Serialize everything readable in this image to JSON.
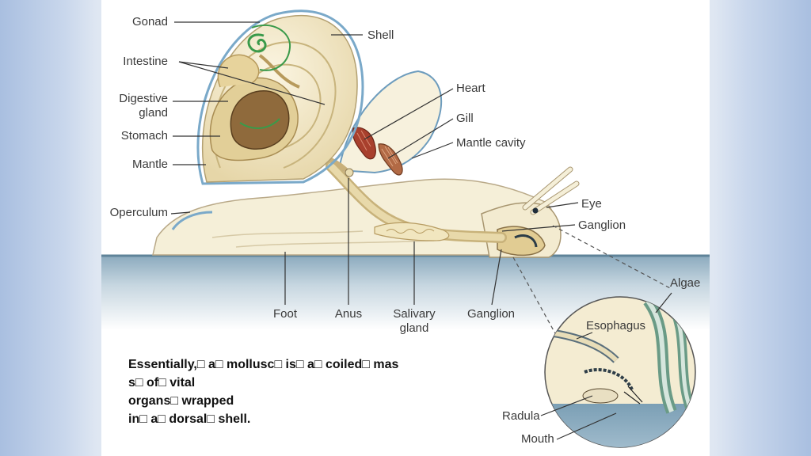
{
  "labels": {
    "gonad": "Gonad",
    "intestine": "Intestine",
    "digestive_gland": [
      "Digestive",
      "gland"
    ],
    "stomach": "Stomach",
    "mantle": "Mantle",
    "operculum": "Operculum",
    "shell": "Shell",
    "heart": "Heart",
    "gill": "Gill",
    "mantle_cavity": "Mantle cavity",
    "eye": "Eye",
    "ganglion_right": "Ganglion",
    "foot": "Foot",
    "anus": "Anus",
    "salivary_gland": [
      "Salivary",
      "gland"
    ],
    "ganglion_bottom": "Ganglion",
    "algae": "Algae",
    "esophagus": "Esophagus",
    "radula": "Radula",
    "mouth": "Mouth"
  },
  "caption": {
    "line1": "Essentially,□ a□ mollusc□ is□ a□ coiled□ mas",
    "line2": "s□ of□ vital",
    "line3": "organs□ wrapped",
    "line4": "in□ a□ dorsal□ shell."
  },
  "colors": {
    "ground": "#7ea0b6",
    "body": "#f3ecd2",
    "shell": "#f0e6c8",
    "shell_outline": "#7aa9c9",
    "gut": "#d6c08a",
    "digestive_gland": "#8c6a3e",
    "gonad": "#3a9a4a",
    "heart": "#a23b2a"
  }
}
